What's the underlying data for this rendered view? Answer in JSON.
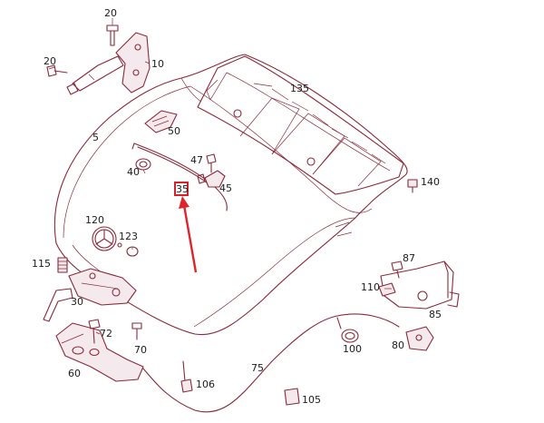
{
  "labels": {
    "p20a": "20",
    "p20b": "20",
    "p10": "10",
    "p5": "5",
    "p50": "50",
    "p135": "135",
    "p47": "47",
    "p40": "40",
    "p35": "35",
    "p45": "45",
    "p140": "140",
    "p120": "120",
    "p123": "123",
    "p115": "115",
    "p87": "87",
    "p110": "110",
    "p30": "30",
    "p72": "72",
    "p85": "85",
    "p70": "70",
    "p100": "100",
    "p80": "80",
    "p60": "60",
    "p75": "75",
    "p106": "106",
    "p105": "105"
  },
  "colors": {
    "line_art": "#8a2a3a",
    "highlight": "#d8202a",
    "arrow": "#e0242c"
  },
  "highlighted_part": "35"
}
